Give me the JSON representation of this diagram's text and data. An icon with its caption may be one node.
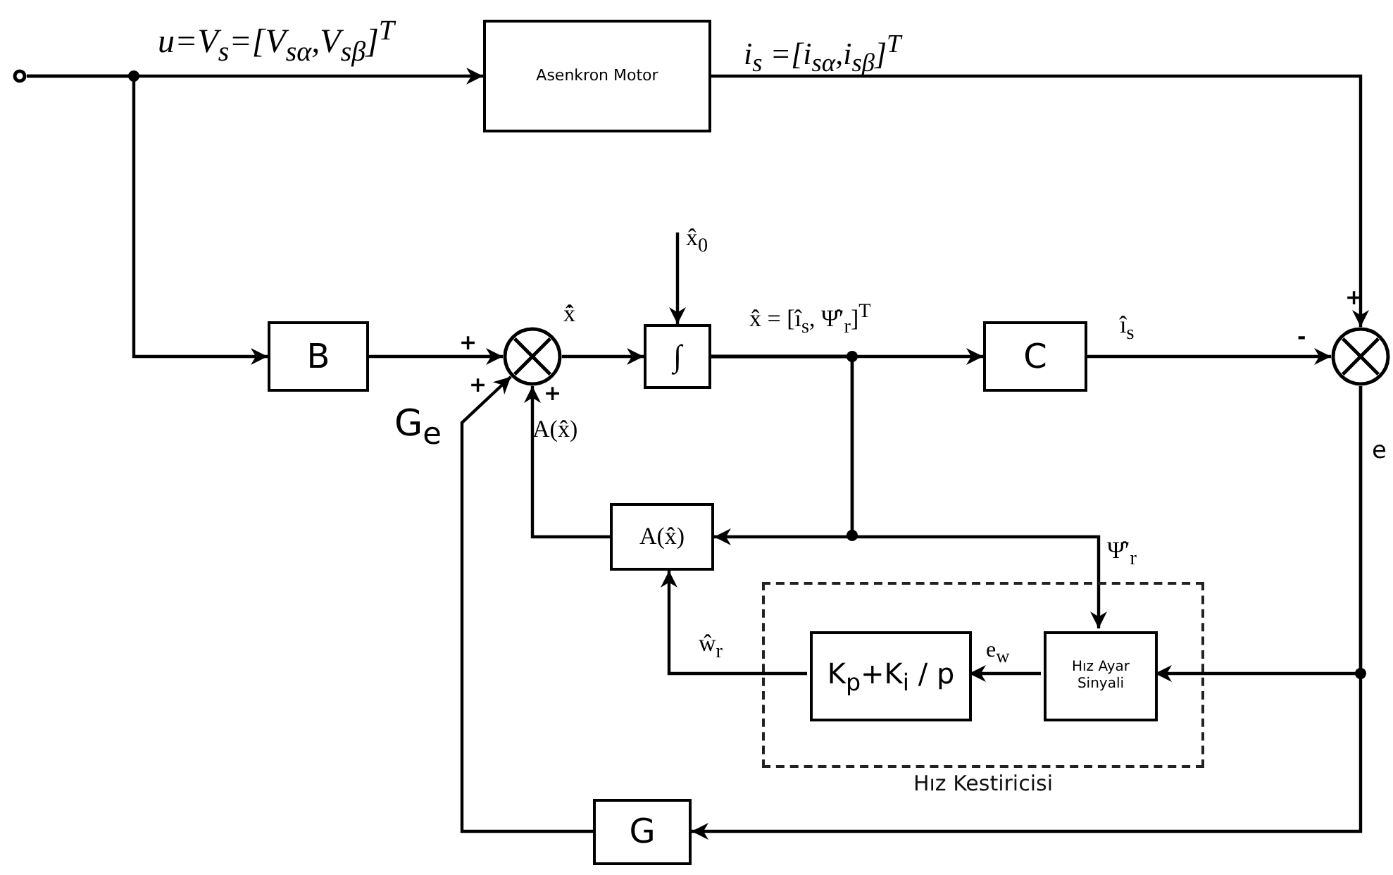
{
  "diagram": {
    "nodes": [
      {
        "text": [],
        "shape": "circle"
      },
      {
        "text": [
          "Asenkron Motor"
        ]
      },
      {
        "text": [
          "B"
        ]
      },
      {
        "text": [],
        "shape": "circle"
      },
      {
        "text": [
          "∫"
        ]
      },
      {
        "text": [
          "C"
        ]
      },
      {
        "text": [],
        "shape": "circle"
      },
      {
        "text": [
          "A(x̂)"
        ]
      },
      {
        "text": [
          "Hız Kestiricisi"
        ]
      },
      {
        "text": [
          "K$_{p}$+K$_{i}$ / p"
        ],
        "in": 8
      },
      {
        "text": [
          "Hız Ayar Sinyali"
        ],
        "in": 8
      },
      {
        "text": [
          "G"
        ]
      }
    ],
    "edges": [
      {
        "from": 0,
        "to": 1,
        "arrow": "to",
        "label": "u=V$_{s}$=[V$_{sα}$,V$_{sβ}$]$^{T}$"
      },
      {
        "from": 0,
        "to": 2,
        "arrow": "to"
      },
      {
        "from": 1,
        "to": 6,
        "arrow": "to",
        "label": "i$_{s}$ =[i$_{sα}$,i$_{sβ}$]$^{T}$"
      },
      {
        "from": 2,
        "to": 3,
        "arrow": "to"
      },
      {
        "from": 3,
        "to": 4,
        "arrow": "to",
        "label": "x̂̇"
      },
      {
        "from": null,
        "to": 4,
        "arrow": "to",
        "label": "x̂$_{0}$"
      },
      {
        "from": 4,
        "to": 5,
        "arrow": "to",
        "label": "x̂ = [î$_{s}$, Ψ̂′$_{r}$]$^{T}$"
      },
      {
        "from": 5,
        "to": 6,
        "arrow": "to",
        "label": "î$_{s}$"
      },
      {
        "from": 4,
        "to": 7,
        "arrow": "to"
      },
      {
        "from": 4,
        "to": 10,
        "arrow": "to",
        "label": "Ψ̂′$_{r}$"
      },
      {
        "from": 7,
        "to": 3,
        "arrow": "to",
        "label": "A(x̂)"
      },
      {
        "from": 6,
        "to": 10,
        "arrow": "to",
        "label": "e"
      },
      {
        "from": 6,
        "to": 11,
        "arrow": "to"
      },
      {
        "from": 10,
        "to": 9,
        "arrow": "to",
        "label": "e$_{w}$"
      },
      {
        "from": 9,
        "to": 7,
        "arrow": "to",
        "label": "ŵ$_{r}$"
      },
      {
        "from": 11,
        "to": 3,
        "arrow": "to",
        "label": "G$_{e}$"
      }
    ],
    "labels": [
      "+",
      "+",
      "-",
      "+",
      "+"
    ]
  }
}
